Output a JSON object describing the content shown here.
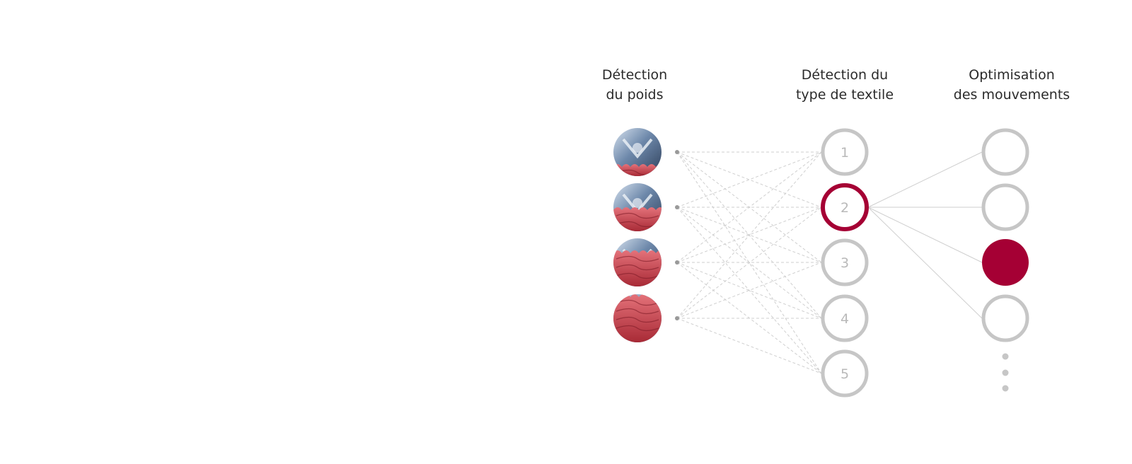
{
  "columns": {
    "weight": {
      "line1": "Détection",
      "line2": "du poids"
    },
    "fabric": {
      "line1": "Détection du",
      "line2": "type de textile"
    },
    "motion": {
      "line1": "Optimisation",
      "line2": "des mouvements"
    }
  },
  "weight_levels": [
    {
      "name": "load-level-1",
      "fill_fraction": 0.25
    },
    {
      "name": "load-level-2",
      "fill_fraction": 0.5
    },
    {
      "name": "load-level-3",
      "fill_fraction": 0.75
    },
    {
      "name": "load-level-4",
      "fill_fraction": 1.0
    }
  ],
  "fabric_types": [
    "1",
    "2",
    "3",
    "4",
    "5"
  ],
  "selected_fabric_index": 1,
  "motion_options": [
    {
      "state": "empty"
    },
    {
      "state": "empty"
    },
    {
      "state": "selected"
    },
    {
      "state": "empty"
    }
  ],
  "colors": {
    "accent": "#a50034",
    "circle_gray": "#c6c6c6",
    "number_gray": "#b9b9b9",
    "line_gray": "#cfcfcf",
    "dot_gray": "#999999",
    "fabric_red": "#c8404a",
    "drum_blue": "#5f7a9c"
  }
}
